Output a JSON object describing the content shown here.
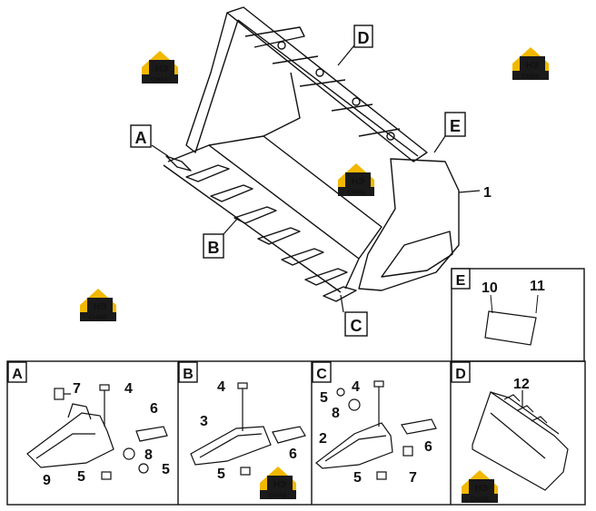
{
  "main_view": {
    "labels": {
      "a": "A",
      "b": "B",
      "c": "C",
      "d": "D",
      "e": "E",
      "part1": "1"
    }
  },
  "panels": {
    "a": {
      "letter": "A",
      "parts": [
        "7",
        "4",
        "6",
        "8",
        "5",
        "9",
        "5"
      ]
    },
    "b": {
      "letter": "B",
      "parts": [
        "4",
        "3",
        "6",
        "5"
      ]
    },
    "c": {
      "letter": "C",
      "parts": [
        "4",
        "5",
        "8",
        "2",
        "6",
        "5",
        "7"
      ]
    },
    "d": {
      "letter": "D",
      "parts": [
        "12"
      ]
    },
    "e": {
      "letter": "E",
      "parts": [
        "10",
        "11"
      ]
    }
  },
  "logo": {
    "mark": "НЭ",
    "word": "СНАБ",
    "colors": {
      "house": "#f2b800",
      "dark": "#1a1a1a",
      "text": "#ffffff"
    }
  }
}
